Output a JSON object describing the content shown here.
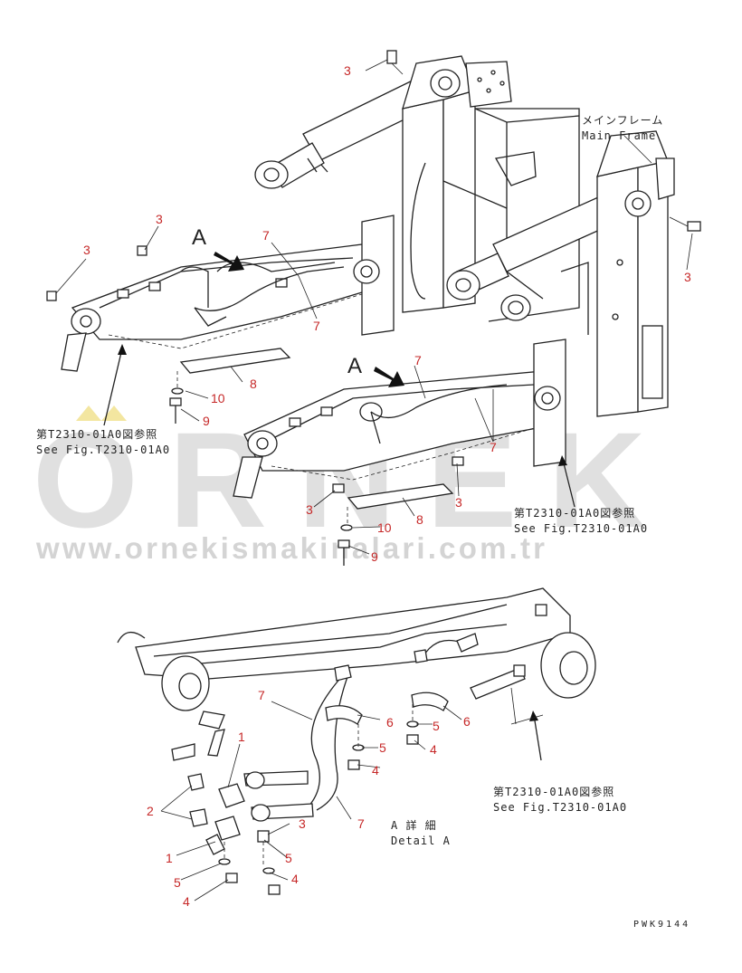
{
  "watermark": {
    "brand": "ORNEK",
    "url": "www.ornekismakinalari.com.tr"
  },
  "labels": {
    "main_frame_jp": "メインフレーム",
    "main_frame_en": "Main Frame",
    "ref_jp": "第T2310-01A0図参照",
    "ref_en": "See Fig.T2310-01A0",
    "view_a": "A",
    "detail_jp": "A 詳 細",
    "detail_en": "Detail A",
    "drawing_code": "PWK9144"
  },
  "callouts": {
    "c1": "1",
    "c2": "2",
    "c3": "3",
    "c4": "4",
    "c5": "5",
    "c6": "6",
    "c7": "7",
    "c8": "8",
    "c9": "9",
    "c10": "10"
  },
  "colors": {
    "callout": "#c62828",
    "line": "#222222",
    "watermark": "#d9d9d9"
  }
}
